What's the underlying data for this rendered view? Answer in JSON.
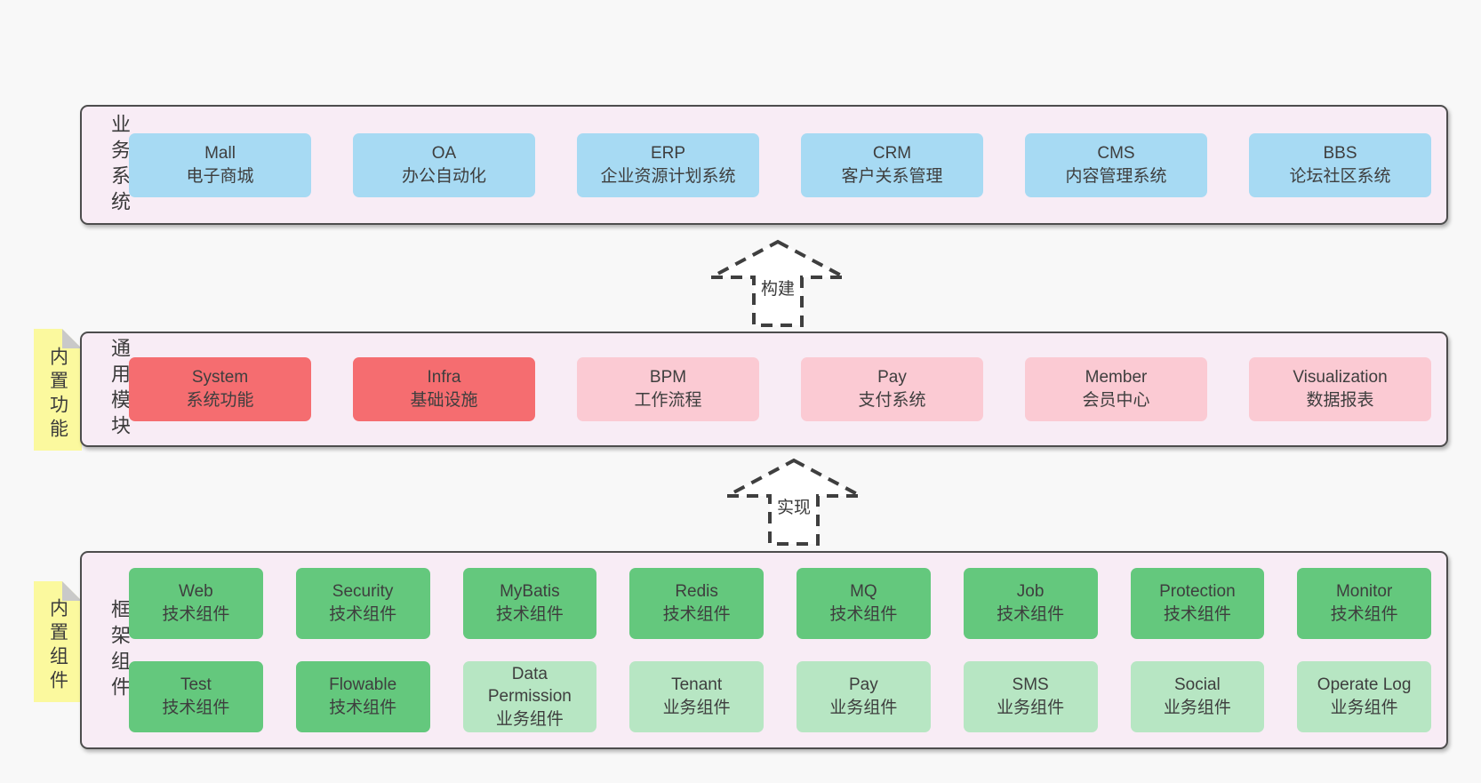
{
  "colors": {
    "page_bg": "#f8f8f8",
    "panel_bg": "#f8ecf5",
    "panel_border": "#4d4d4d",
    "business_box": "#a7daf3",
    "core_module_box": "#f56d70",
    "optional_module_box": "#fbcad3",
    "tech_component_box": "#64c87d",
    "biz_component_box": "#b7e6c3",
    "note_bg": "#fbf99e",
    "note_fold": "#c9c9c9",
    "text": "#3e3e3e"
  },
  "arrows": [
    {
      "label": "构建"
    },
    {
      "label": "实现"
    }
  ],
  "panels": {
    "business": {
      "label": "业务系统",
      "boxes": [
        {
          "name": "Mall",
          "desc": "电子商城"
        },
        {
          "name": "OA",
          "desc": "办公自动化"
        },
        {
          "name": "ERP",
          "desc": "企业资源计划系统"
        },
        {
          "name": "CRM",
          "desc": "客户关系管理"
        },
        {
          "name": "CMS",
          "desc": "内容管理系统"
        },
        {
          "name": "BBS",
          "desc": "论坛社区系统"
        }
      ]
    },
    "modules": {
      "label": "通用模块",
      "note": "内置功能",
      "boxes": [
        {
          "name": "System",
          "desc": "系统功能"
        },
        {
          "name": "Infra",
          "desc": "基础设施"
        },
        {
          "name": "BPM",
          "desc": "工作流程"
        },
        {
          "name": "Pay",
          "desc": "支付系统"
        },
        {
          "name": "Member",
          "desc": "会员中心"
        },
        {
          "name": "Visualization",
          "desc": "数据报表"
        }
      ]
    },
    "components": {
      "label": "框架组件",
      "note": "内置组件",
      "rows": [
        [
          {
            "name": "Web",
            "desc": "技术组件"
          },
          {
            "name": "Security",
            "desc": "技术组件"
          },
          {
            "name": "MyBatis",
            "desc": "技术组件"
          },
          {
            "name": "Redis",
            "desc": "技术组件"
          },
          {
            "name": "MQ",
            "desc": "技术组件"
          },
          {
            "name": "Job",
            "desc": "技术组件"
          },
          {
            "name": "Protection",
            "desc": "技术组件"
          },
          {
            "name": "Monitor",
            "desc": "技术组件"
          }
        ],
        [
          {
            "name": "Test",
            "desc": "技术组件"
          },
          {
            "name": "Flowable",
            "desc": "技术组件"
          },
          {
            "name": "Data Permission",
            "desc": "业务组件"
          },
          {
            "name": "Tenant",
            "desc": "业务组件"
          },
          {
            "name": "Pay",
            "desc": "业务组件"
          },
          {
            "name": "SMS",
            "desc": "业务组件"
          },
          {
            "name": "Social",
            "desc": "业务组件"
          },
          {
            "name": "Operate Log",
            "desc": "业务组件"
          }
        ]
      ]
    }
  }
}
